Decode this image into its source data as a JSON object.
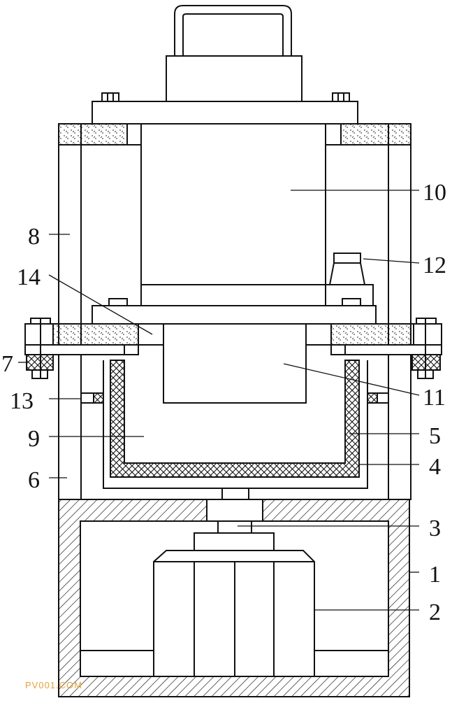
{
  "diagram": {
    "colors": {
      "line": "#111111",
      "background": "#ffffff",
      "watermark": "#e8a23a"
    },
    "labels": [
      "1",
      "2",
      "3",
      "4",
      "5",
      "6",
      "7",
      "8",
      "9",
      "10",
      "11",
      "12",
      "13",
      "14"
    ],
    "watermark": "PV001.COM"
  }
}
